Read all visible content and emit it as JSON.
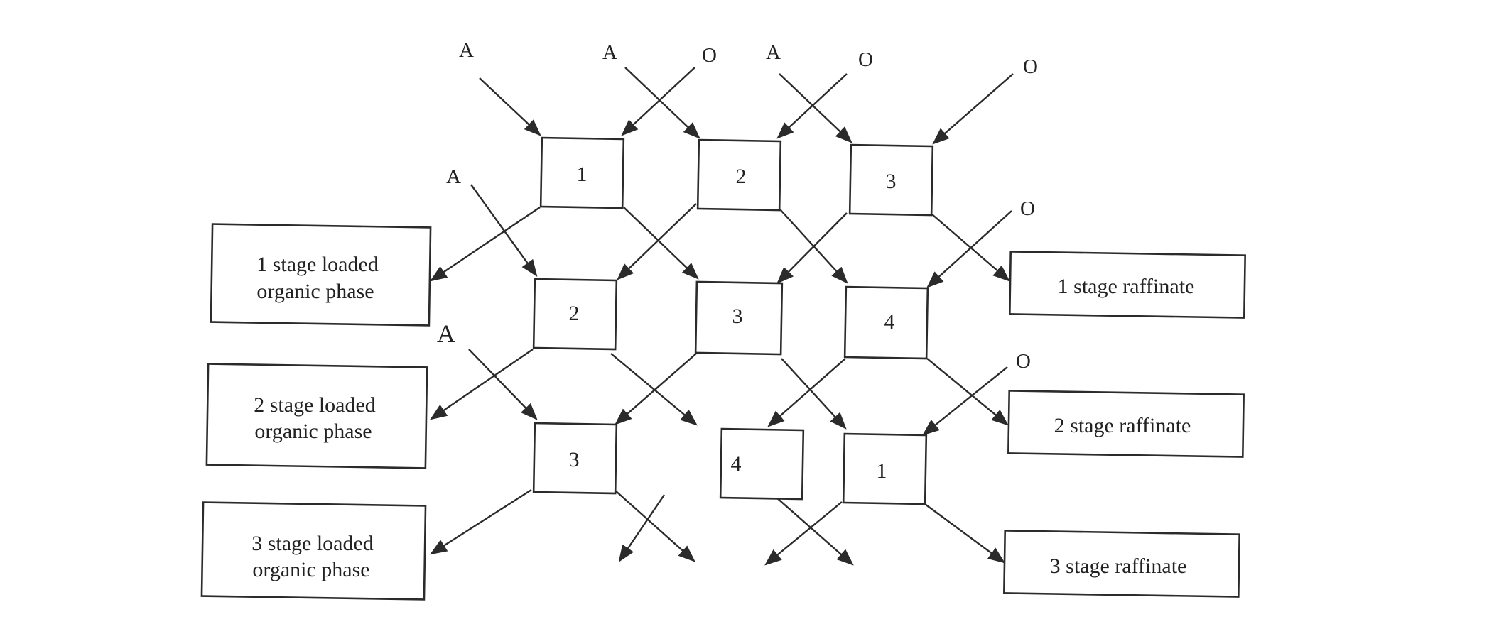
{
  "stages": [
    {
      "id": "r1c1",
      "label": "1"
    },
    {
      "id": "r1c2",
      "label": "2"
    },
    {
      "id": "r1c3",
      "label": "3"
    },
    {
      "id": "r2c1",
      "label": "2"
    },
    {
      "id": "r2c2",
      "label": "3"
    },
    {
      "id": "r2c3",
      "label": "4"
    },
    {
      "id": "r3c1",
      "label": "3"
    },
    {
      "id": "r3c2",
      "label": "4"
    },
    {
      "id": "r3c3",
      "label": "1"
    }
  ],
  "inputs": {
    "aqueous": [
      "A",
      "A",
      "A",
      "A",
      "A"
    ],
    "organic": [
      "O",
      "O",
      "O",
      "O",
      "O"
    ]
  },
  "outputs": {
    "loaded_organic": [
      {
        "line1": "1 stage loaded",
        "line2": "organic phase"
      },
      {
        "line1": "2 stage loaded",
        "line2": "organic phase"
      },
      {
        "line1": "3 stage loaded",
        "line2": "organic phase"
      }
    ],
    "raffinate": [
      {
        "label": "1 stage raffinate"
      },
      {
        "label": "2  stage raffinate"
      },
      {
        "label": "3  stage raffinate"
      }
    ]
  }
}
